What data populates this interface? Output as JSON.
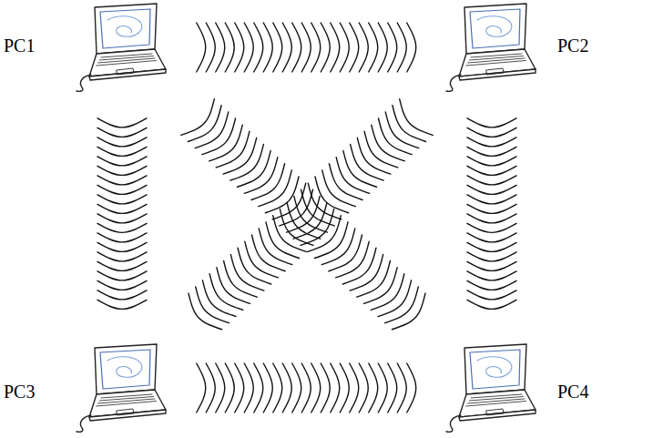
{
  "diagram": {
    "nodes": [
      {
        "text": [
          "PC1"
        ]
      },
      {
        "text": [
          "PC2"
        ]
      },
      {
        "text": [
          "PC3"
        ]
      },
      {
        "text": [
          "PC4"
        ]
      }
    ],
    "edges": [
      {
        "from": 0,
        "to": 1,
        "arrow": "none"
      },
      {
        "from": 0,
        "to": 2,
        "arrow": "none"
      },
      {
        "from": 1,
        "to": 3,
        "arrow": "none"
      },
      {
        "from": 2,
        "to": 3,
        "arrow": "none"
      },
      {
        "from": 0,
        "to": 3,
        "arrow": "none"
      },
      {
        "from": 1,
        "to": 2,
        "arrow": "none"
      }
    ]
  }
}
